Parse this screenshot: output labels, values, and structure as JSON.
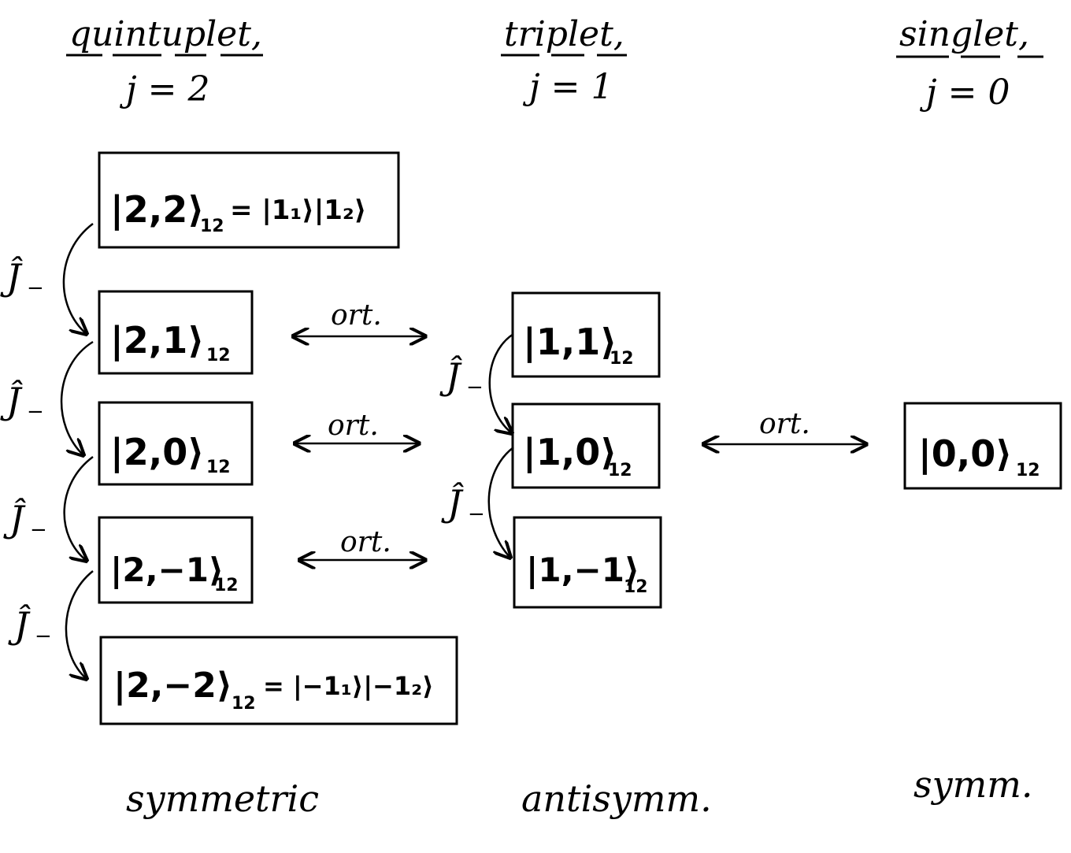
{
  "columns": {
    "quintuplet": {
      "title": "quintuplet,",
      "j": "j = 2",
      "symmetry": "symmetric"
    },
    "triplet": {
      "title": "triplet,",
      "j": "j = 1",
      "symmetry": "antisymm."
    },
    "singlet": {
      "title": "singlet,",
      "j": "j = 0",
      "symmetry": "symm."
    }
  },
  "states": {
    "q22": {
      "ket": "|2,2⟩",
      "sub": "12",
      "rhs": "= |1₁⟩|1₂⟩"
    },
    "q21": {
      "ket": "|2,1⟩",
      "sub": "12"
    },
    "q20": {
      "ket": "|2,0⟩",
      "sub": "12"
    },
    "q2m1": {
      "ket": "|2,−1⟩",
      "sub": "12"
    },
    "q2m2": {
      "ket": "|2,−2⟩",
      "sub": "12",
      "rhs": "= |−1₁⟩|−1₂⟩"
    },
    "t11": {
      "ket": "|1,1⟩",
      "sub": "12"
    },
    "t10": {
      "ket": "|1,0⟩",
      "sub": "12"
    },
    "t1m1": {
      "ket": "|1,−1⟩",
      "sub": "12"
    },
    "s00": {
      "ket": "|0,0⟩",
      "sub": "12"
    }
  },
  "operator": {
    "symbol": "Ĵ",
    "sub": "−"
  },
  "orth_label": "ort."
}
